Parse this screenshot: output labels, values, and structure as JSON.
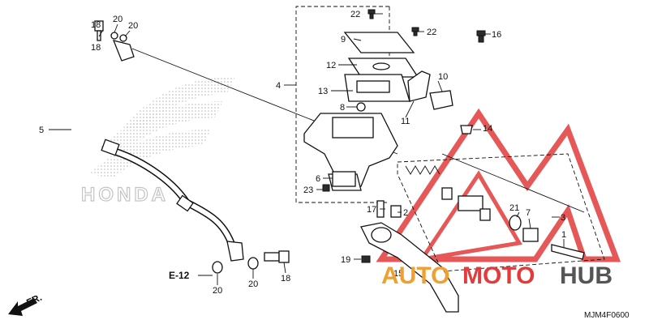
{
  "watermark": {
    "brand_left": "AUTO",
    "brand_mid": "MOTO",
    "brand_right": "HUB",
    "color_red": "#e23b3b",
    "color_orange": "#f0a030",
    "color_gray": "#555555",
    "bg_logo_text": "HONDA"
  },
  "diagram_code": "MJM4F0600",
  "direction_label": "FR.",
  "ref_label": "E-12",
  "callouts": {
    "c1": "1",
    "c2": "2",
    "c3": "3",
    "c4": "4",
    "c5": "5",
    "c6": "6",
    "c7": "7",
    "c8": "8",
    "c9": "9",
    "c10": "10",
    "c11": "11",
    "c12": "12",
    "c13": "13",
    "c14": "14",
    "c15": "15",
    "c16": "16",
    "c17": "17",
    "c18a": "18",
    "c18b": "18",
    "c19": "19",
    "c20a": "20",
    "c20b": "20",
    "c20c": "20",
    "c20d": "20",
    "c21": "21",
    "c22a": "22",
    "c22b": "22",
    "c23": "23"
  }
}
